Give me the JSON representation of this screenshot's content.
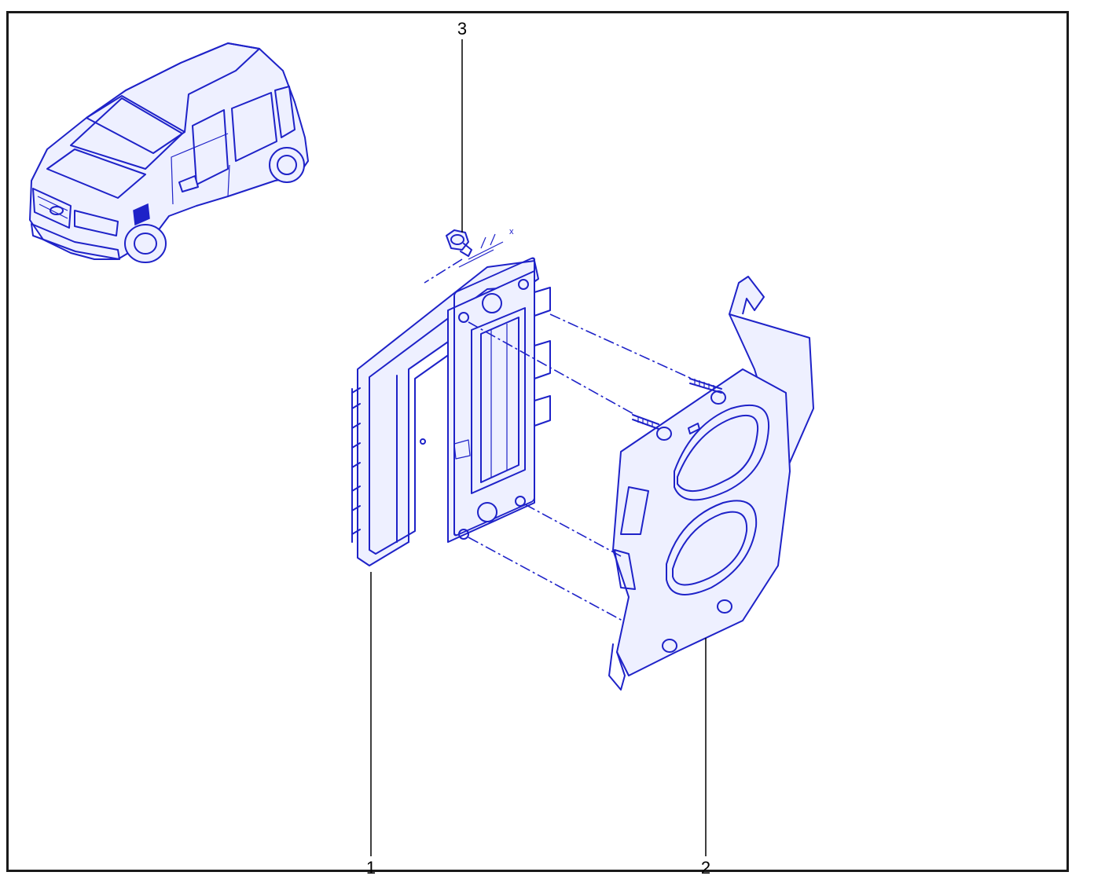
{
  "callouts": {
    "ecu": "1",
    "bracket": "2",
    "nut": "3"
  },
  "dimension_label": "x",
  "colors": {
    "line_ink": "#1e22c8",
    "frame": "#1a1a1a",
    "callout_text": "#000000"
  }
}
